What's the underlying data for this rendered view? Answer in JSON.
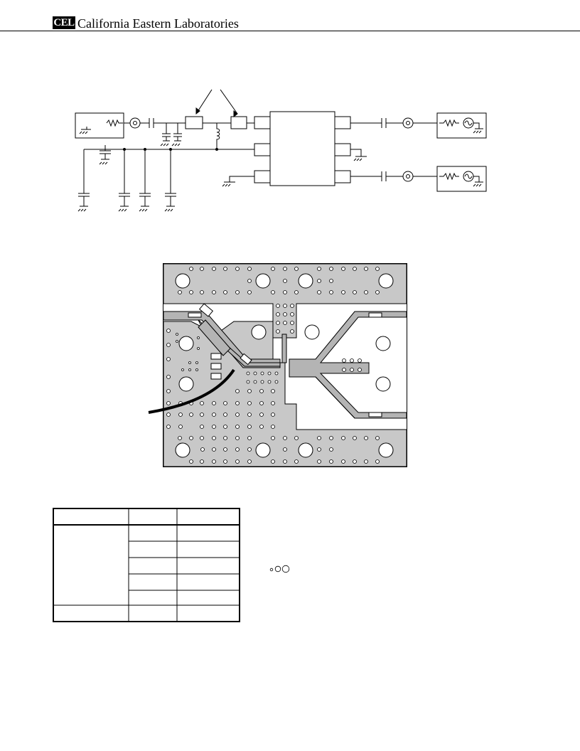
{
  "header": {
    "logo_text": "CEL",
    "company_name": "California Eastern Laboratories"
  },
  "colors": {
    "ink": "#000000",
    "board_fill": "#c8c8c8",
    "trace_fill": "#b4b4b4"
  },
  "figures": {
    "schematic": {
      "icons": [
        "resistor-icon",
        "coax-connector-icon",
        "capacitor-icon",
        "inductor-icon",
        "ground-icon",
        "signal-source-icon"
      ]
    },
    "pcb_layout": {
      "icons": [
        "via-icon",
        "mounting-hole-icon",
        "coax-cable-icon"
      ]
    }
  },
  "table": {
    "columns": 3,
    "rows": 6,
    "cells": []
  },
  "legend": {
    "icons": [
      "small-via-icon",
      "medium-via-icon",
      "large-via-icon"
    ]
  }
}
